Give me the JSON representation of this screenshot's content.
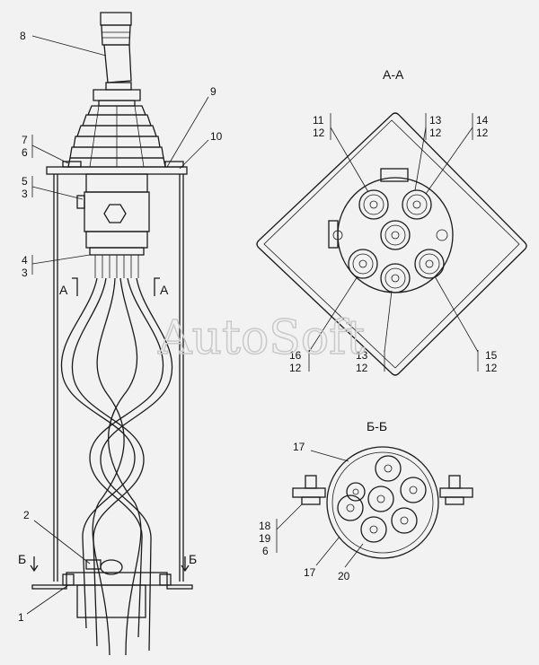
{
  "watermark": "AutoSoft",
  "views": {
    "section_a": "А-А",
    "section_b": "Б-Б"
  },
  "section_marks": {
    "a_left": "А",
    "a_right": "А",
    "b_left": "Б",
    "b_right": "Б"
  },
  "callouts_main": {
    "c8": "8",
    "c9": "9",
    "c10": "10",
    "c7": "7",
    "c6": "6",
    "c5": "5",
    "c3a": "3",
    "c4": "4",
    "c3b": "3",
    "c2": "2",
    "c1": "1"
  },
  "callouts_a": {
    "c11": "11",
    "c12a": "12",
    "c13a": "13",
    "c12b": "12",
    "c14": "14",
    "c12c": "12",
    "c16": "16",
    "c12d": "12",
    "c13b": "13",
    "c12e": "12",
    "c15": "15",
    "c12f": "12"
  },
  "callouts_b": {
    "c17a": "17",
    "c18": "18",
    "c19": "19",
    "c6": "6",
    "c17b": "17",
    "c20": "20"
  },
  "colors": {
    "line": "#1a1a1a",
    "background": "#f2f2f2",
    "watermark": "#c9c9c9"
  }
}
